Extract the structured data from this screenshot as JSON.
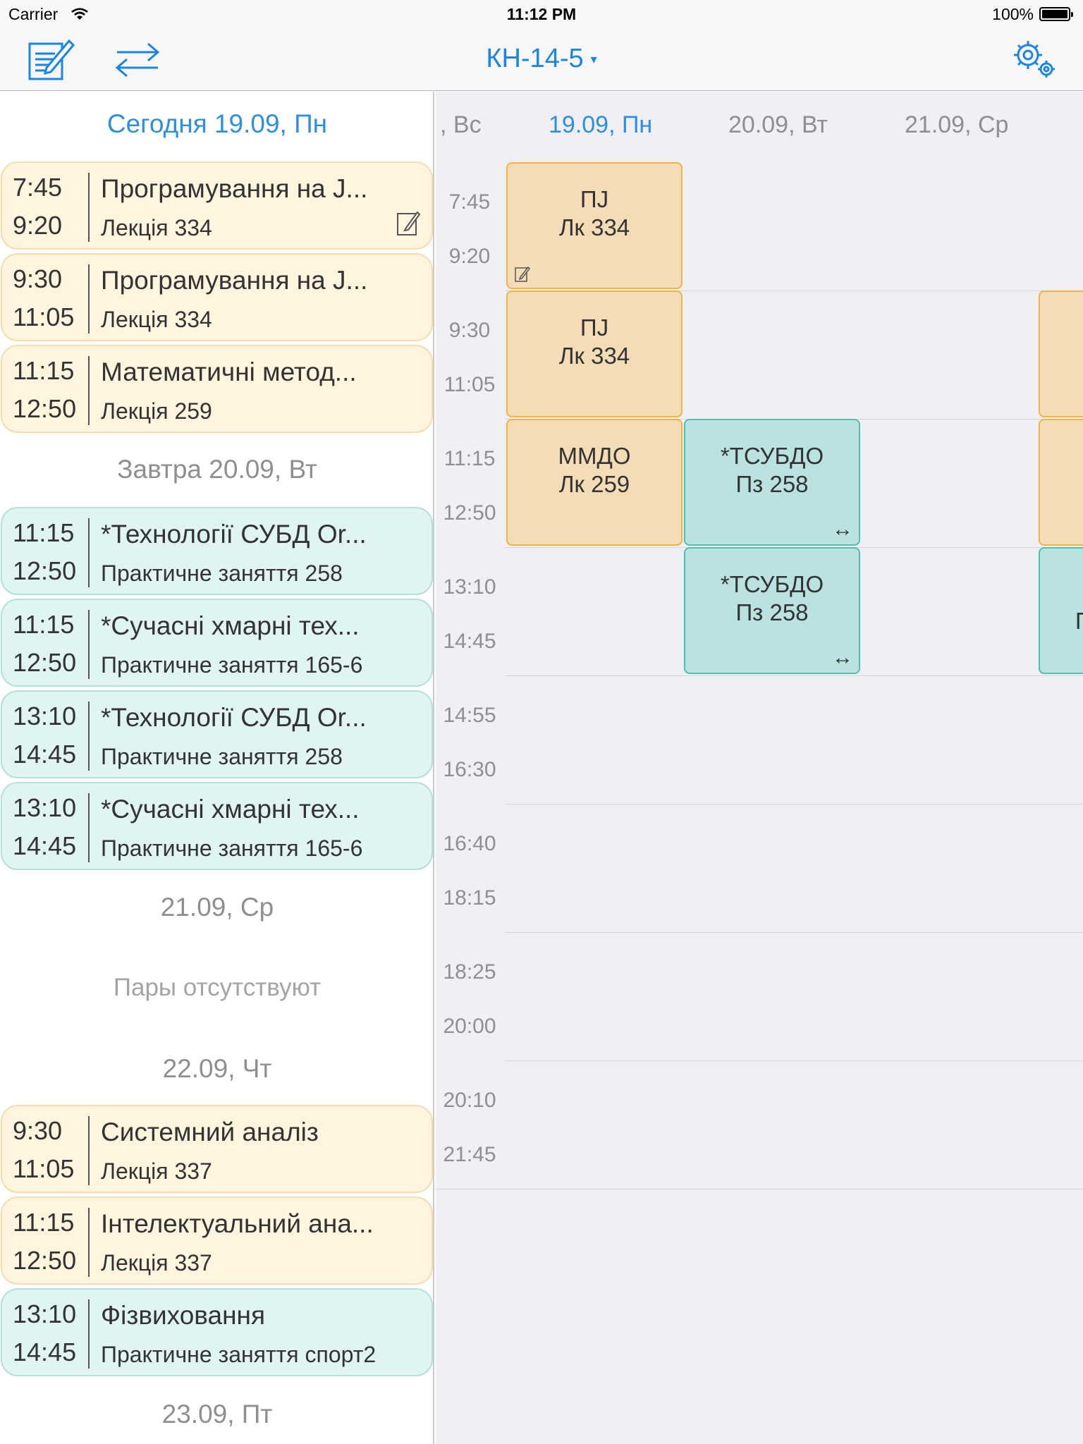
{
  "status_bar": {
    "carrier": "Carrier",
    "time": "11:12 PM",
    "battery": "100%"
  },
  "nav": {
    "group": "КН-14-5",
    "caret": "▾",
    "left_icons": [
      "edit-schedule-icon",
      "swap-arrows-icon"
    ],
    "right_icon": "gear-icon"
  },
  "list": {
    "days": [
      {
        "header": "Сегодня 19.09, Пн",
        "today": true,
        "lessons": [
          {
            "start": "7:45",
            "end": "9:20",
            "title": "Програмування на J...",
            "subtitle": "Лекція 334",
            "kind": "lecture",
            "note": true
          },
          {
            "start": "9:30",
            "end": "11:05",
            "title": "Програмування на J...",
            "subtitle": "Лекція 334",
            "kind": "lecture"
          },
          {
            "start": "11:15",
            "end": "12:50",
            "title": "Математичні метод...",
            "subtitle": "Лекція 259",
            "kind": "lecture"
          }
        ]
      },
      {
        "header": "Завтра 20.09, Вт",
        "lessons": [
          {
            "start": "11:15",
            "end": "12:50",
            "title": "*Технології СУБД Or...",
            "subtitle": "Практичне заняття 258",
            "kind": "practice"
          },
          {
            "start": "11:15",
            "end": "12:50",
            "title": "*Сучасні хмарні тех...",
            "subtitle": "Практичне заняття 165-6",
            "kind": "practice"
          },
          {
            "start": "13:10",
            "end": "14:45",
            "title": "*Технології СУБД Or...",
            "subtitle": "Практичне заняття 258",
            "kind": "practice"
          },
          {
            "start": "13:10",
            "end": "14:45",
            "title": "*Сучасні хмарні тех...",
            "subtitle": "Практичне заняття 165-6",
            "kind": "practice"
          }
        ]
      },
      {
        "header": "21.09, Ср",
        "empty_note": "Пары отсутствуют",
        "lessons": []
      },
      {
        "header": "22.09, Чт",
        "lessons": [
          {
            "start": "9:30",
            "end": "11:05",
            "title": "Системний аналіз",
            "subtitle": "Лекція 337",
            "kind": "lecture"
          },
          {
            "start": "11:15",
            "end": "12:50",
            "title": "Інтелектуальний ана...",
            "subtitle": "Лекція 337",
            "kind": "lecture"
          },
          {
            "start": "13:10",
            "end": "14:45",
            "title": "Фізвиховання",
            "subtitle": "Практичне заняття спорт2",
            "kind": "practice"
          }
        ]
      },
      {
        "header": "23.09, Пт",
        "lessons": []
      }
    ]
  },
  "grid": {
    "columns": [
      {
        "label": ", Вс"
      },
      {
        "label": "19.09, Пн",
        "today": true
      },
      {
        "label": "20.09, Вт"
      },
      {
        "label": "21.09, Ср"
      }
    ],
    "slots": [
      {
        "start": "7:45",
        "end": "9:20"
      },
      {
        "start": "9:30",
        "end": "11:05"
      },
      {
        "start": "11:15",
        "end": "12:50"
      },
      {
        "start": "13:10",
        "end": "14:45"
      },
      {
        "start": "14:55",
        "end": "16:30"
      },
      {
        "start": "16:40",
        "end": "18:15"
      },
      {
        "start": "18:25",
        "end": "20:00"
      },
      {
        "start": "20:10",
        "end": "21:45"
      }
    ],
    "cells": [
      {
        "col": 1,
        "slot": 0,
        "title": "ПJ",
        "room": "Лк 334",
        "kind": "lecture",
        "note": true
      },
      {
        "col": 1,
        "slot": 1,
        "title": "ПJ",
        "room": "Лк 334",
        "kind": "lecture"
      },
      {
        "col": 1,
        "slot": 2,
        "title": "ММДО",
        "room": "Лк 259",
        "kind": "lecture"
      },
      {
        "col": 2,
        "slot": 2,
        "title": "*ТСУБДО",
        "room": "Пз 258",
        "kind": "practice",
        "swap": "↔"
      },
      {
        "col": 2,
        "slot": 3,
        "title": "*ТСУБДО",
        "room": "Пз 258",
        "kind": "practice",
        "swap": "↔"
      },
      {
        "col": 4,
        "slot": 1,
        "title": "",
        "room": "",
        "kind": "lecture"
      },
      {
        "col": 4,
        "slot": 2,
        "title": "",
        "room": "",
        "kind": "lecture"
      },
      {
        "col": 4,
        "slot": 3,
        "title": "П",
        "room": "",
        "kind": "practice"
      }
    ]
  }
}
